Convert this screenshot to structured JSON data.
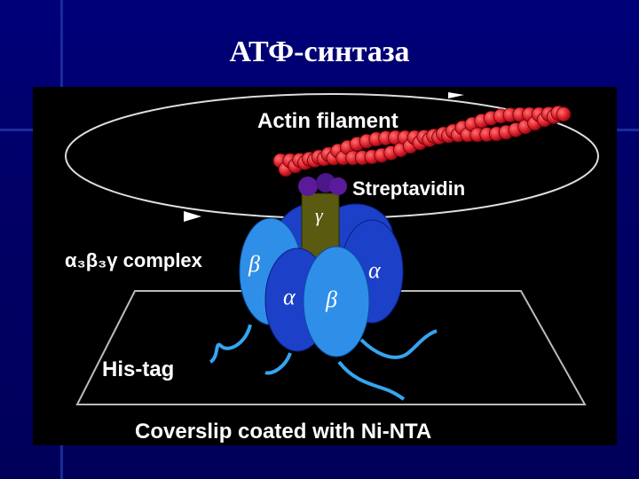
{
  "slide": {
    "title": "АТФ-синтаза"
  },
  "diagram": {
    "actin_label": "Actin filament",
    "streptavidin_label": "Streptavidin",
    "complex_label": "α₃β₃γ complex",
    "histag_label": "His-tag",
    "coverslip_label": "Coverslip coated with Ni-NTA",
    "subunits": {
      "gamma": "γ",
      "beta_left": "β",
      "alpha_right": "α",
      "alpha_front": "α",
      "beta_front": "β"
    }
  },
  "colors": {
    "background": "#000066",
    "actin": "#dd1f2b",
    "streptavidin": "#5a1a9a",
    "gamma": "#5a5a10",
    "light_blue": "#2f8fe8",
    "dark_blue": "#1c40c8"
  }
}
